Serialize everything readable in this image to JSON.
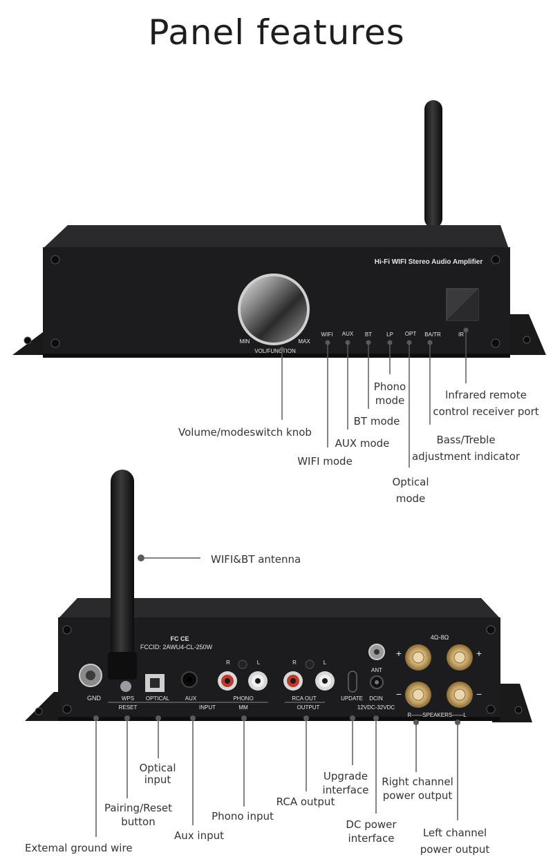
{
  "title": "Panel features",
  "front_panel": {
    "brand_text": "Hi-Fi WIFI Stereo Audio Amplifier",
    "knob_min": "MIN",
    "knob_max": "MAX",
    "knob_label": "VOL/FUNCTION",
    "indicators": [
      "WIFI",
      "AUX",
      "BT",
      "LP",
      "OPT",
      "BA/TR",
      "IR"
    ],
    "callouts": {
      "volume_knob": "Volume/modeswitch knob",
      "wifi_mode": "WIFI mode",
      "aux_mode": "AUX mode",
      "bt_mode": "BT mode",
      "phono_mode": "Phono\nmode",
      "optical_mode": "Optical\nmode",
      "bass_treble": "Bass/Treble\nadjustment indicator",
      "infrared": "lnfrared remote\ncontrol receiver port"
    }
  },
  "rear_panel": {
    "fc_text": "FC CE",
    "fccid": "FCCID: 2AWU4-CL-250W",
    "silkscreen": {
      "gnd": "GND",
      "wps": "WPS",
      "reset": "RESET",
      "optical": "OPTICAL",
      "aux": "AUX",
      "phono": "PHONO",
      "input": "INPUT",
      "mm": "MM",
      "r": "R",
      "l": "L",
      "rca_out": "RCA OUT",
      "output": "OUTPUT",
      "update": "UPDATE",
      "dcin": "DCIN",
      "voltage": "12VDC-32VDC",
      "ant": "ANT",
      "impedance": "4Ω-8Ω",
      "speakers": "R——SPEAKERS——L",
      "plus": "+",
      "minus": "−"
    },
    "callouts": {
      "antenna": "WIFI&BT antenna",
      "ground": "Extemal ground wire",
      "pairing": "Pairing/Reset\nbutton",
      "optical": "Optical\ninput",
      "aux": "Aux input",
      "phono": "Phono input",
      "rca": "RCA output",
      "upgrade": "Upgrade\ninterface",
      "dc": "DC power\ninterface",
      "right_ch": "Right channel\npower output",
      "left_ch": "Left channel\npower output"
    }
  },
  "colors": {
    "chassis": "#1c1c1e",
    "chassis_top": "#2a2a2c",
    "leader": "#5a5a5a",
    "text": "#333333"
  }
}
